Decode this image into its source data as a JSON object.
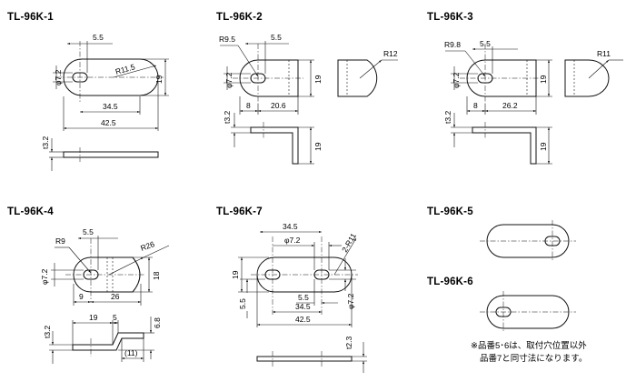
{
  "parts": {
    "k1": {
      "title": "TL-96K-1",
      "d_slot": "φ7.2",
      "d_55": "5.5",
      "d_r": "R11.5",
      "d_h": "19",
      "d_345": "34.5",
      "d_425": "42.5",
      "d_t": "t3.2"
    },
    "k2": {
      "title": "TL-96K-2",
      "d_r95": "R9.5",
      "d_55": "5.5",
      "d_slot": "φ7.2",
      "d_h": "19",
      "d_8": "8",
      "d_206": "20.6",
      "d_r12": "R12",
      "d_t": "t3.2",
      "d_h2": "19"
    },
    "k3": {
      "title": "TL-96K-3",
      "d_r98": "R9.8",
      "d_55": "5.5",
      "d_slot": "φ7.2",
      "d_h": "19",
      "d_8": "8",
      "d_262": "26.2",
      "d_r11": "R11",
      "d_t": "t3.2",
      "d_h2": "19"
    },
    "k4": {
      "title": "TL-96K-4",
      "d_r9": "R9",
      "d_55": "5.5",
      "d_r26": "R26",
      "d_slot": "φ7.2",
      "d_h": "18",
      "d_9": "9",
      "d_26": "26",
      "d_t": "t3.2",
      "d_19": "19",
      "d_5": "5",
      "d_68": "6.8",
      "d_11": "(11)"
    },
    "k7": {
      "title": "TL-96K-7",
      "d_345_top": "34.5",
      "d_slot_top": "φ7.2",
      "d_r11": "2-R11",
      "d_19": "19",
      "d_55_left": "5.5",
      "d_55_mid": "5.5",
      "d_slot_right": "φ7.2",
      "d_345": "34.5",
      "d_425": "42.5",
      "d_t": "t2.3"
    },
    "k5": {
      "title": "TL-96K-5"
    },
    "k6": {
      "title": "TL-96K-6"
    }
  },
  "note": {
    "line1": "※品番5･6は、取付穴位置以外",
    "line2": "品番7と同寸法になります。"
  }
}
